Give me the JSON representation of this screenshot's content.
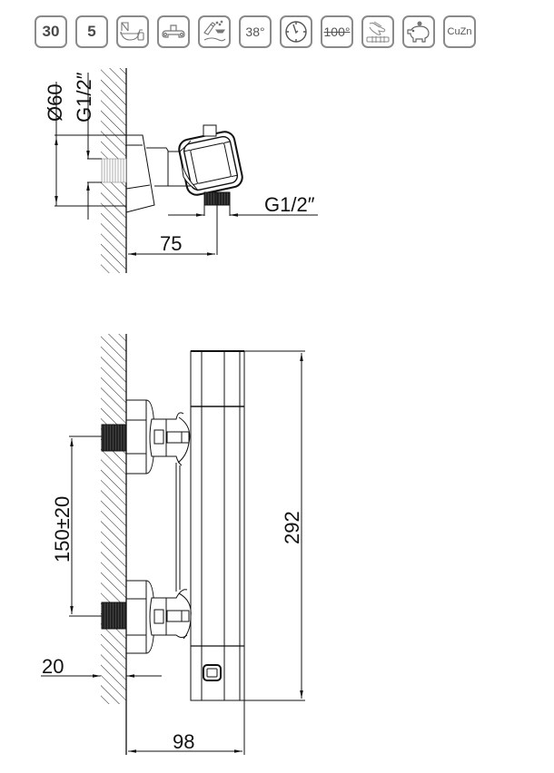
{
  "icons": [
    {
      "name": "warranty-30-years",
      "type": "text",
      "label": "30"
    },
    {
      "name": "warranty-5-years",
      "type": "text",
      "label": "5"
    },
    {
      "name": "bath-shower-application-icon",
      "type": "svg"
    },
    {
      "name": "wall-mounted-mixer-icon",
      "type": "svg"
    },
    {
      "name": "easy-clean-icon",
      "type": "svg"
    },
    {
      "name": "temperature-38",
      "type": "text",
      "label": "38°"
    },
    {
      "name": "timer-icon",
      "type": "svg"
    },
    {
      "name": "anti-scald-100",
      "type": "text",
      "label": "100°"
    },
    {
      "name": "easy-install-icon",
      "type": "svg"
    },
    {
      "name": "water-saving-piggy-bank-icon",
      "type": "svg"
    },
    {
      "name": "material-cuzn",
      "type": "text",
      "label": "CuZn"
    }
  ],
  "top_drawing": {
    "dimensions": {
      "diameter": "Ø60",
      "thread_inlet": "G1/2″",
      "thread_outlet": "G1/2″",
      "projection_to_outlet": "75"
    }
  },
  "bottom_drawing": {
    "dimensions": {
      "inlet_spacing": "150±20",
      "height": "292",
      "wall_offset": "20",
      "depth": "98"
    }
  },
  "colors": {
    "line": "#111111",
    "icon_border": "#8a8a8a",
    "icon_text": "#4a4a4a"
  }
}
